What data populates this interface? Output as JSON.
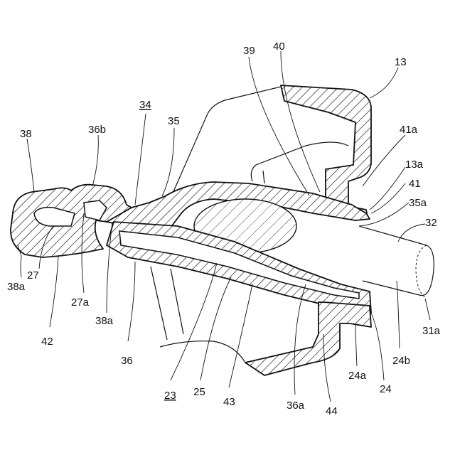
{
  "figure": {
    "labels": [
      {
        "id": "38",
        "text": "38"
      },
      {
        "id": "36b",
        "text": "36b"
      },
      {
        "id": "34",
        "text": "34"
      },
      {
        "id": "35",
        "text": "35"
      },
      {
        "id": "39",
        "text": "39"
      },
      {
        "id": "40",
        "text": "40"
      },
      {
        "id": "13",
        "text": "13"
      },
      {
        "id": "41a",
        "text": "41a"
      },
      {
        "id": "13a",
        "text": "13a"
      },
      {
        "id": "41",
        "text": "41"
      },
      {
        "id": "35a",
        "text": "35a"
      },
      {
        "id": "32",
        "text": "32"
      },
      {
        "id": "38a-left",
        "text": "38a"
      },
      {
        "id": "27",
        "text": "27"
      },
      {
        "id": "27a",
        "text": "27a"
      },
      {
        "id": "38a-mid",
        "text": "38a"
      },
      {
        "id": "42",
        "text": "42"
      },
      {
        "id": "36",
        "text": "36"
      },
      {
        "id": "23",
        "text": "23"
      },
      {
        "id": "25",
        "text": "25"
      },
      {
        "id": "43",
        "text": "43"
      },
      {
        "id": "36a",
        "text": "36a"
      },
      {
        "id": "44",
        "text": "44"
      },
      {
        "id": "24a",
        "text": "24a"
      },
      {
        "id": "24",
        "text": "24"
      },
      {
        "id": "24b",
        "text": "24b"
      },
      {
        "id": "31a",
        "text": "31a"
      }
    ]
  }
}
